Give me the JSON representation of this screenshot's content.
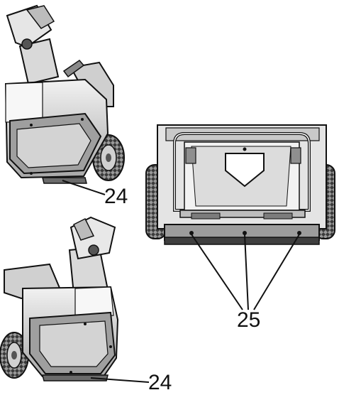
{
  "figure": {
    "callouts": [
      {
        "id": "top",
        "label": "24"
      },
      {
        "id": "right",
        "label": "25"
      },
      {
        "id": "bottom",
        "label": "24"
      }
    ],
    "colors": {
      "line": "#111111",
      "body_light": "#e8e8e8",
      "body_mid": "#bdbdbd",
      "body_dark": "#6b6b6b",
      "rubber": "#2b2b2b"
    }
  }
}
